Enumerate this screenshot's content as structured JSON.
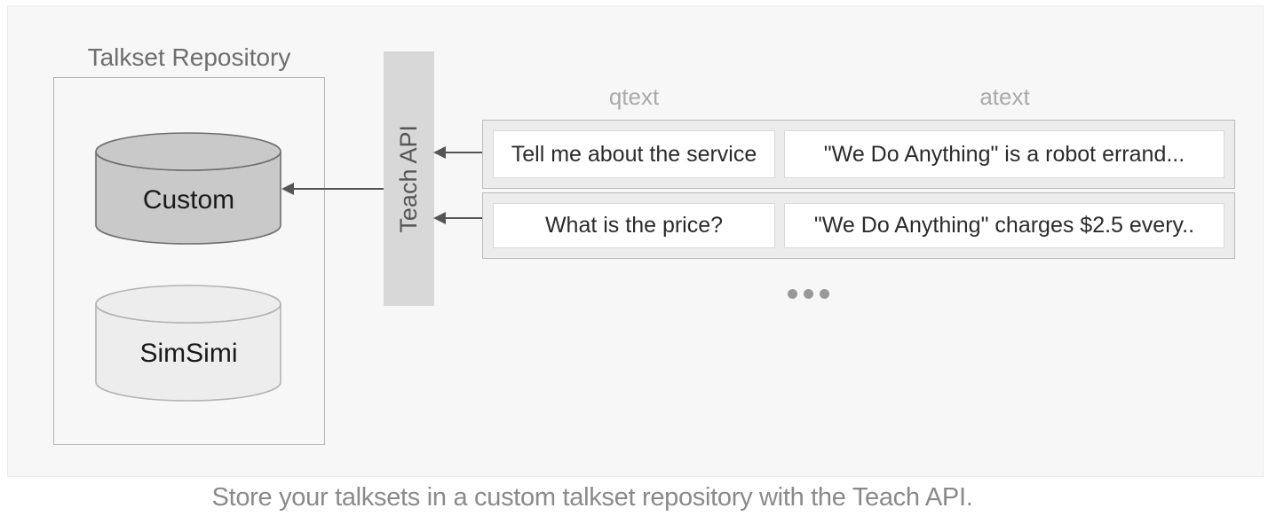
{
  "repository": {
    "title": "Talkset Repository",
    "databases": [
      {
        "name": "custom-database",
        "label": "Custom",
        "fill": "#c9c9c9",
        "stroke": "#6e6e6e"
      },
      {
        "name": "simsimi-database",
        "label": "SimSimi",
        "fill": "#ededed",
        "stroke": "#b3b3b3"
      }
    ]
  },
  "api": {
    "label": "Teach API"
  },
  "talkset_table": {
    "column_headers": [
      "qtext",
      "atext"
    ],
    "rows": [
      {
        "qtext": "Tell me about the service",
        "atext": "\"We Do Anything\" is a robot errand..."
      },
      {
        "qtext": "What is the price?",
        "atext": "\"We Do Anything\" charges $2.5 every.."
      }
    ],
    "more_rows_indicator": "..."
  },
  "caption": "Store your talksets in a custom talkset repository with the Teach API.",
  "colors": {
    "panel_bg": "#f7f7f7",
    "api_bar_bg": "#d8d8d8",
    "arrow": "#555555",
    "row_bg": "#ececec",
    "cell_bg": "#ffffff",
    "header_text": "#aaaaaa",
    "caption_text": "#8a8a8a"
  }
}
